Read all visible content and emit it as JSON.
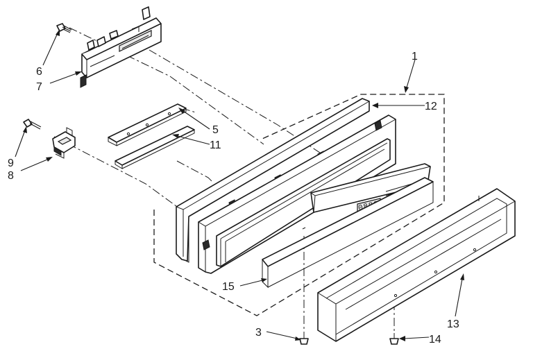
{
  "diagram": {
    "callouts": {
      "c1": "1",
      "c3": "3",
      "c5": "5",
      "c6": "6",
      "c7": "7",
      "c8": "8",
      "c9": "9",
      "c11": "11",
      "c12": "12",
      "c13": "13",
      "c14": "14",
      "c15": "15"
    },
    "display_digits": "0888"
  }
}
